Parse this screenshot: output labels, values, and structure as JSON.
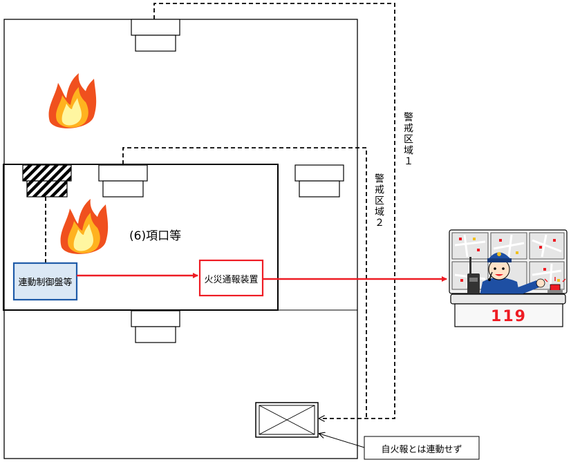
{
  "labels": {
    "occupancy": "(6)項口等",
    "interlock_panel": "連動制御盤等",
    "fire_reporter": "火災通報装置",
    "zone1": "警戒区域１",
    "zone2": "警戒区域２",
    "no_interlock": "自火報とは連動せず",
    "emergency_number": "119"
  },
  "icons": {
    "fire": "flame-icon",
    "detector": "heat-detector-icon",
    "hatched_detector": "smoke-detector-icon",
    "control_panel": "fire-alarm-panel-icon",
    "dispatcher": "fire-dispatch-operator-icon"
  },
  "colors": {
    "signal": "#ee1c24",
    "panel_border": "#1f5ba8",
    "panel_fill": "#dbe8f5",
    "flame_outer": "#f0501e",
    "flame_mid": "#ffb21f",
    "flame_inner": "#fff6a0",
    "officer_blue": "#1e4fa3"
  }
}
